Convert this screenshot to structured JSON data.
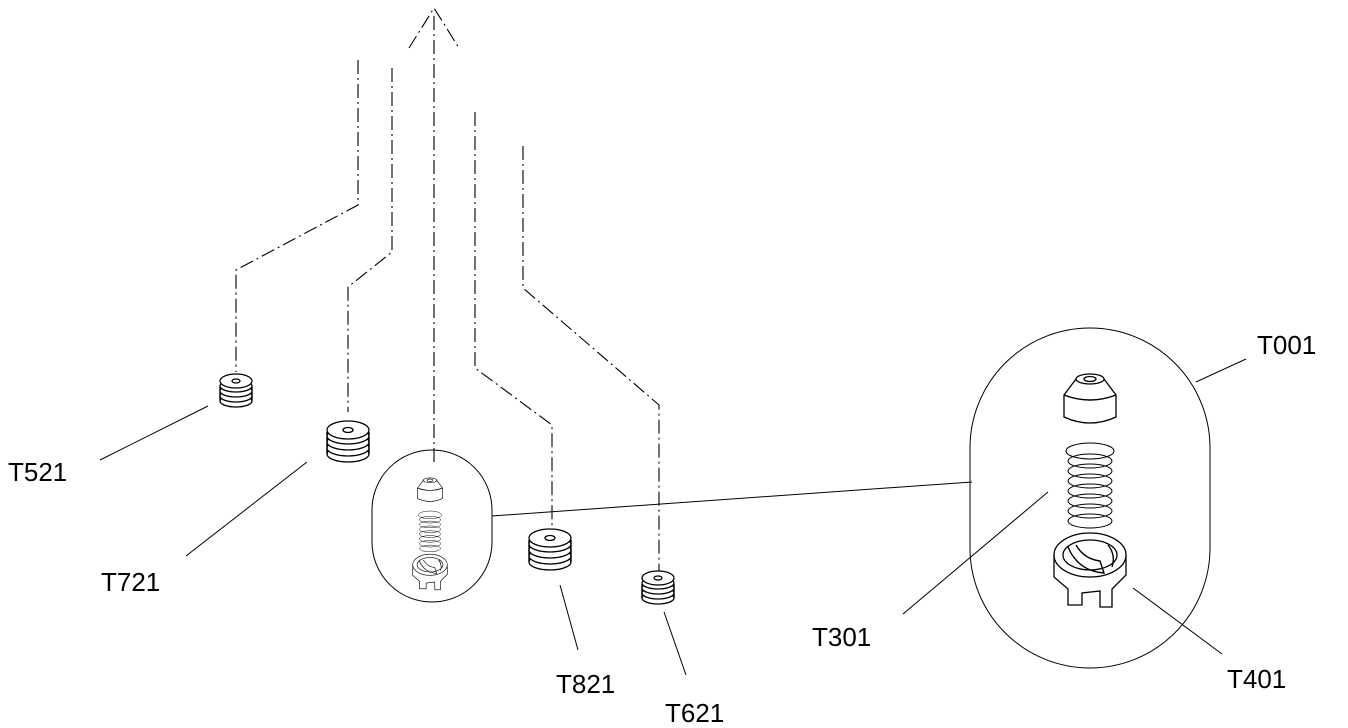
{
  "diagram": {
    "labels": {
      "t001": "T001",
      "t301": "T301",
      "t401": "T401",
      "t521": "T521",
      "t621": "T621",
      "t721": "T721",
      "t821": "T821"
    },
    "line_color": "#000000",
    "background": "#ffffff"
  }
}
